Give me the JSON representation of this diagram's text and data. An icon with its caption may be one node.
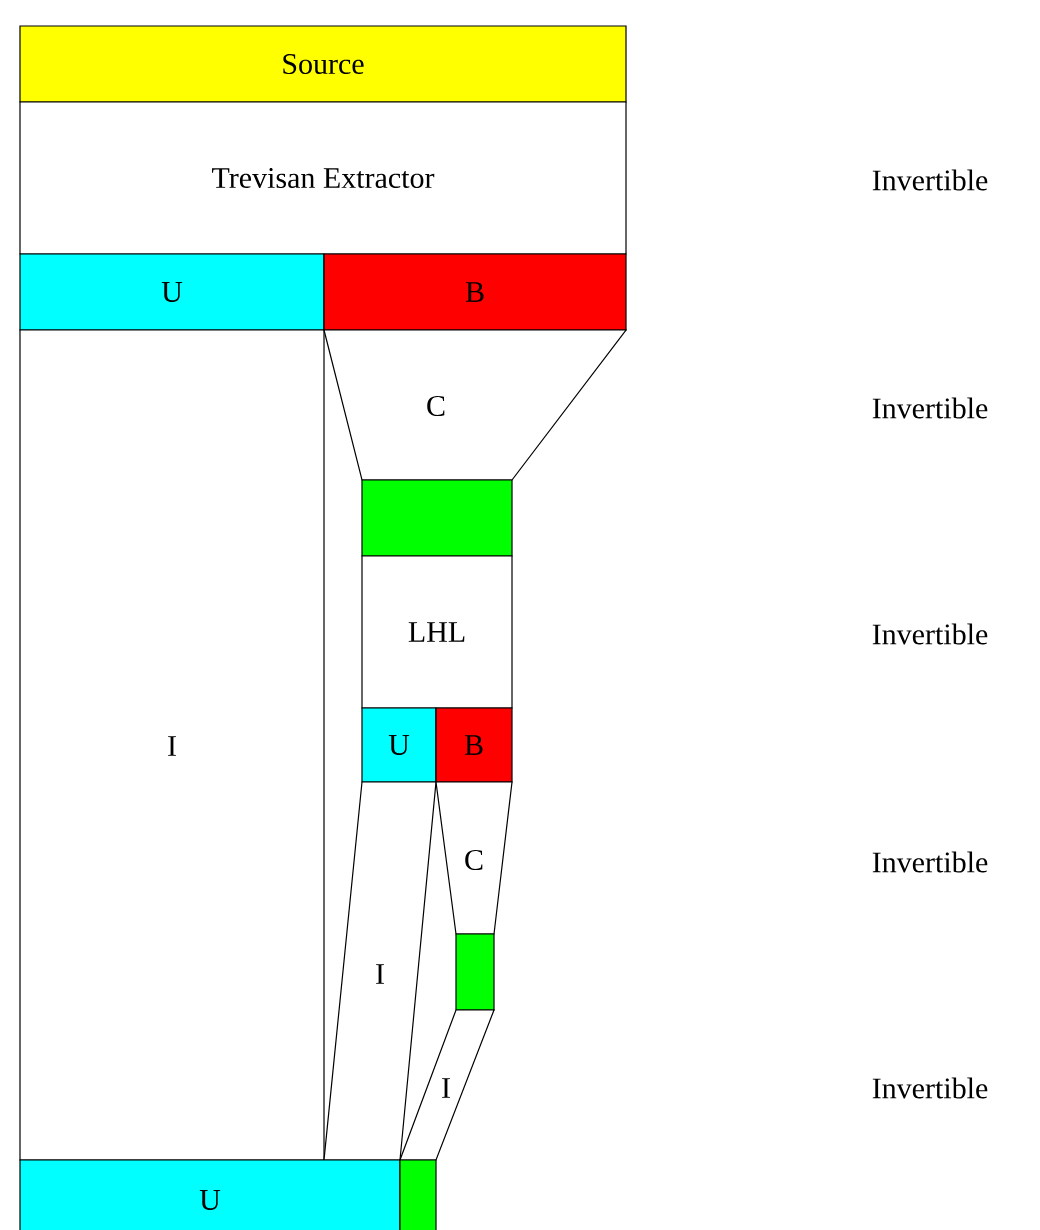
{
  "diagram": {
    "nodes": [
      {
        "text": [
          "Source"
        ]
      },
      {
        "text": [
          "Trevisan Extractor"
        ]
      },
      {
        "text": [
          "U"
        ]
      },
      {
        "text": [
          "B"
        ]
      },
      {
        "text": [
          "I"
        ]
      },
      {
        "text": [
          "C"
        ]
      },
      {
        "text": [],
        "shape": "box"
      },
      {
        "text": [
          "LHL"
        ]
      },
      {
        "text": [
          "U"
        ]
      },
      {
        "text": [
          "B"
        ]
      },
      {
        "text": [
          "I"
        ]
      },
      {
        "text": [
          "C"
        ]
      },
      {
        "text": [],
        "shape": "box"
      },
      {
        "text": [
          "I"
        ]
      },
      {
        "text": [
          "U"
        ]
      },
      {
        "text": [],
        "shape": "box"
      }
    ],
    "edges": [],
    "labels": [
      "Invertible",
      "Invertible",
      "Invertible",
      "Invertible",
      "Invertible"
    ]
  }
}
